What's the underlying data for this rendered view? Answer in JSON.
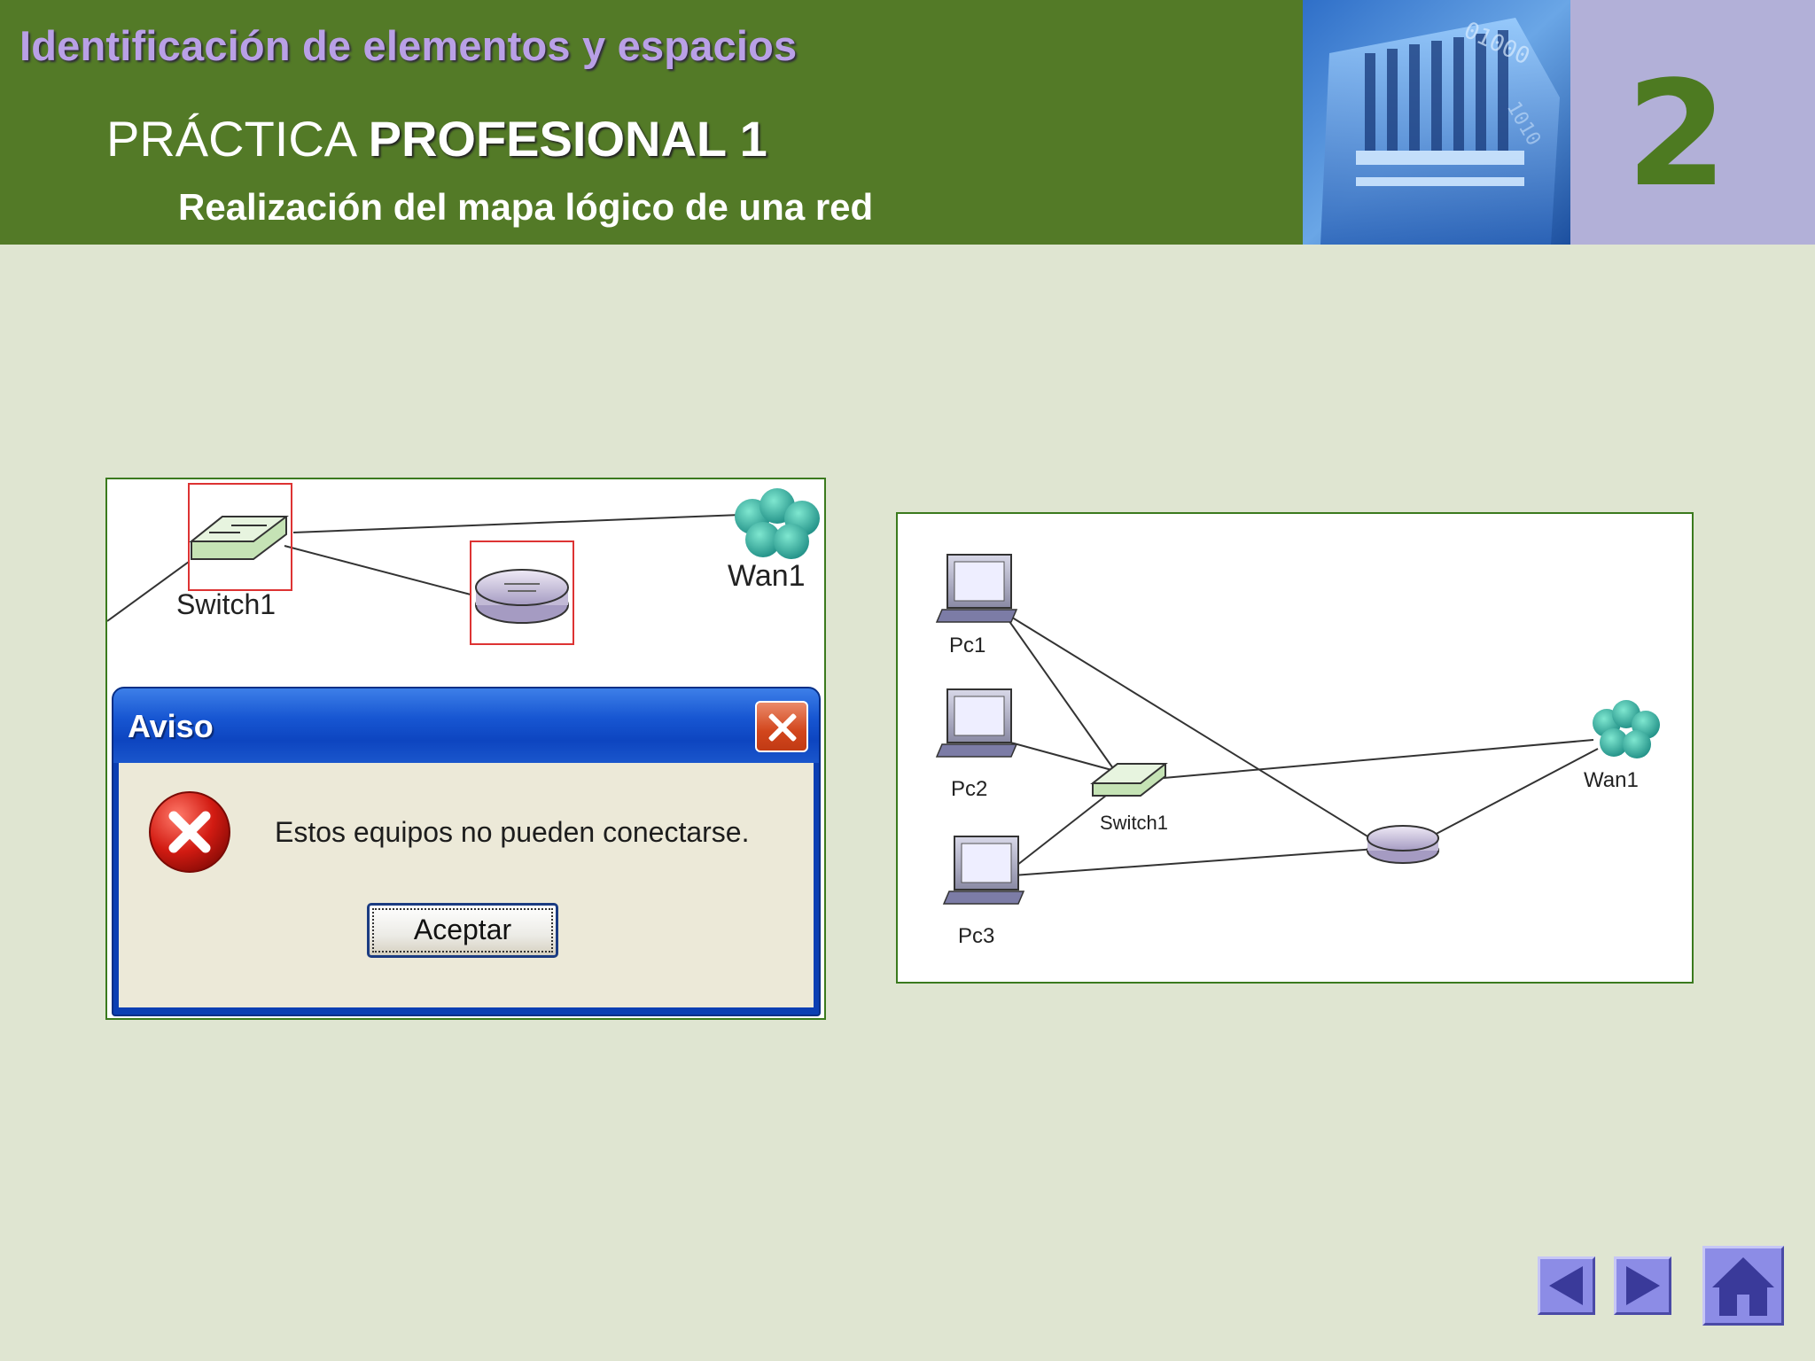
{
  "header": {
    "section_title": "Identificación de elementos y espacios",
    "practice_prefix": "PRÁCTICA ",
    "practice_bold": "PROFESIONAL 1",
    "practice_subtitle": "Realización del mapa lógico de una red",
    "unit_number": "2",
    "colors": {
      "header_bg": "#537a27",
      "section_title": "#b9a0e6",
      "unit_panel": "#b2b0d8",
      "unit_number": "#4d7a21"
    }
  },
  "left_figure": {
    "labels": {
      "switch": "Switch1",
      "wan": "Wan1"
    },
    "icons": [
      "switch-icon",
      "router-icon",
      "cloud-icon"
    ],
    "dialog": {
      "title": "Aviso",
      "message": "Estos equipos no pueden conectarse.",
      "ok_button": "Aceptar",
      "icons": [
        "close-icon",
        "error-icon"
      ]
    }
  },
  "right_figure": {
    "labels": {
      "pc1": "Pc1",
      "pc2": "Pc2",
      "pc3": "Pc3",
      "switch": "Switch1",
      "wan": "Wan1"
    },
    "icons": [
      "computer-icon",
      "switch-icon",
      "router-icon",
      "cloud-icon"
    ]
  },
  "nav": {
    "icons": [
      "arrow-left-icon",
      "arrow-right-icon",
      "home-icon"
    ],
    "color": "#8c8ce6"
  },
  "background_color": "#dfe5d1"
}
